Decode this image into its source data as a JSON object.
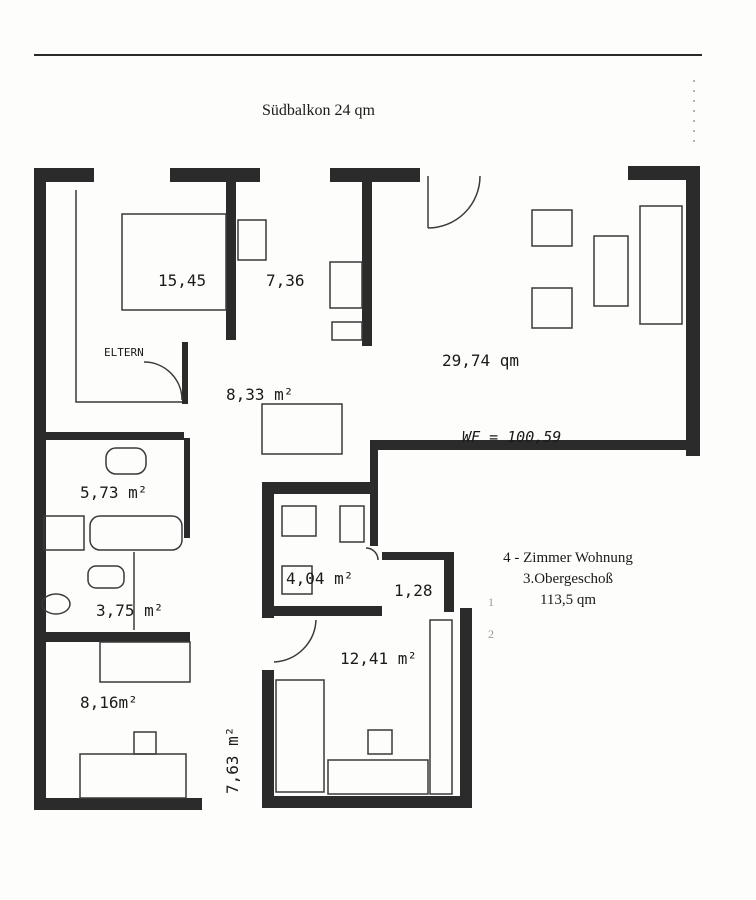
{
  "header": {
    "balcony": "Südbalkon 24 qm"
  },
  "info": {
    "line1": "4 - Zimmer Wohnung",
    "line2": "3.Obergeschoß",
    "line3": "113,5 qm"
  },
  "rooms": {
    "eltern_area": "15,45",
    "eltern_label": "ELTERN",
    "kitchen_area": "7,36",
    "living_area": "29,74 qm",
    "hall_area": "8,33 m²",
    "bath_area": "5,73 m²",
    "wc_area": "3,75 m²",
    "child1_area": "8,16m²",
    "corridor_area": "7,63 m²",
    "shower_area": "4,04 m²",
    "storage_area": "1,28",
    "child2_area": "12,41 m²",
    "wf_note": "WF = 100,59"
  },
  "side_marks": {
    "mark1": "1",
    "mark2": "2"
  },
  "colors": {
    "wall": "#2b2b2b",
    "line": "#3a3a3a"
  }
}
